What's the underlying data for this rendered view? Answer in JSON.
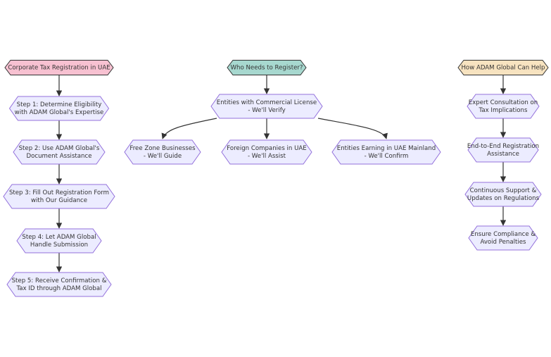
{
  "colors": {
    "header_pink": "#f7c1d1",
    "header_teal": "#a7d8cf",
    "header_cream": "#f7e3c0",
    "node_fill": "#ececff",
    "node_stroke": "#9370db",
    "header_stroke": "#333333",
    "edge": "#333333"
  },
  "columns": {
    "registration": {
      "header": "Corporate Tax Registration in UAE",
      "steps": [
        [
          "Step 1: Determine Eligibility",
          "with ADAM Global's Expertise"
        ],
        [
          "Step 2: Use ADAM Global's",
          "Document Assistance"
        ],
        [
          "Step 3: Fill Out Registration Form",
          "with Our Guidance"
        ],
        [
          "Step 4: Let ADAM Global",
          "Handle Submission"
        ],
        [
          "Step 5: Receive Confirmation &",
          "Tax ID through ADAM Global"
        ]
      ]
    },
    "who": {
      "header": "Who Needs to Register?",
      "root": [
        "Entities with Commercial License",
        "- We'll Verify"
      ],
      "children": [
        [
          "Free Zone Businesses",
          "- We'll Guide"
        ],
        [
          "Foreign Companies in UAE",
          "- We'll Assist"
        ],
        [
          "Entities Earning in UAE Mainland",
          "- We'll Confirm"
        ]
      ]
    },
    "help": {
      "header": "How ADAM Global Can Help",
      "steps": [
        [
          "Expert Consultation on",
          "Tax Implications"
        ],
        [
          "End-to-End Registration",
          "Assistance"
        ],
        [
          "Continuous Support &",
          "Updates on Regulations"
        ],
        [
          "Ensure Compliance &",
          "Avoid Penalties"
        ]
      ]
    }
  }
}
